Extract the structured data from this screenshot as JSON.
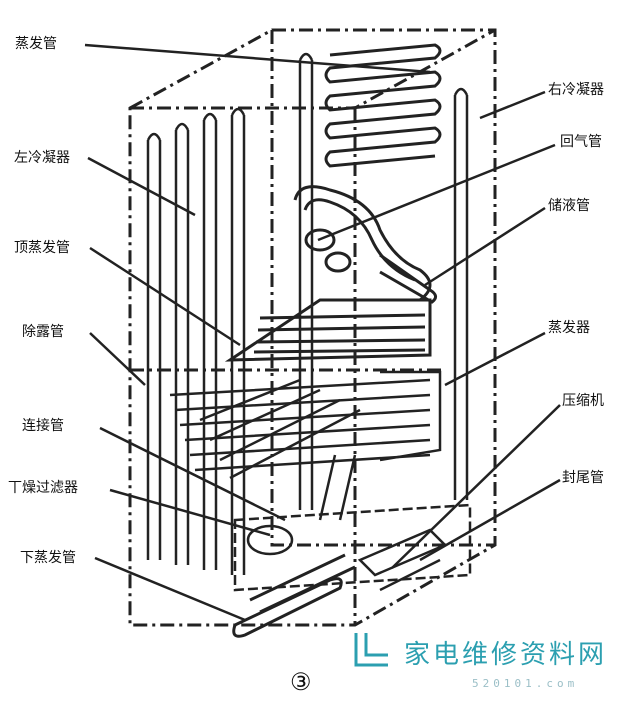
{
  "labels": {
    "evaporator_tube": "蒸发管",
    "left_condenser": "左冷凝器",
    "top_evap_tube": "顶蒸发管",
    "dew_remove_tube": "除露管",
    "connect_tube": "连接管",
    "dryer_filter": "丅燥过滤器",
    "bottom_evap_tube": "下蒸发管",
    "right_condenser": "右冷凝器",
    "return_tube": "回气管",
    "accumulator": "储液管",
    "evaporator": "蒸发器",
    "compressor": "压缩机",
    "seal_tube": "封尾管"
  },
  "caption": "③",
  "logo": {
    "text": "家电维修资料网",
    "url": "520101.com",
    "color": "#2b9fb0"
  }
}
